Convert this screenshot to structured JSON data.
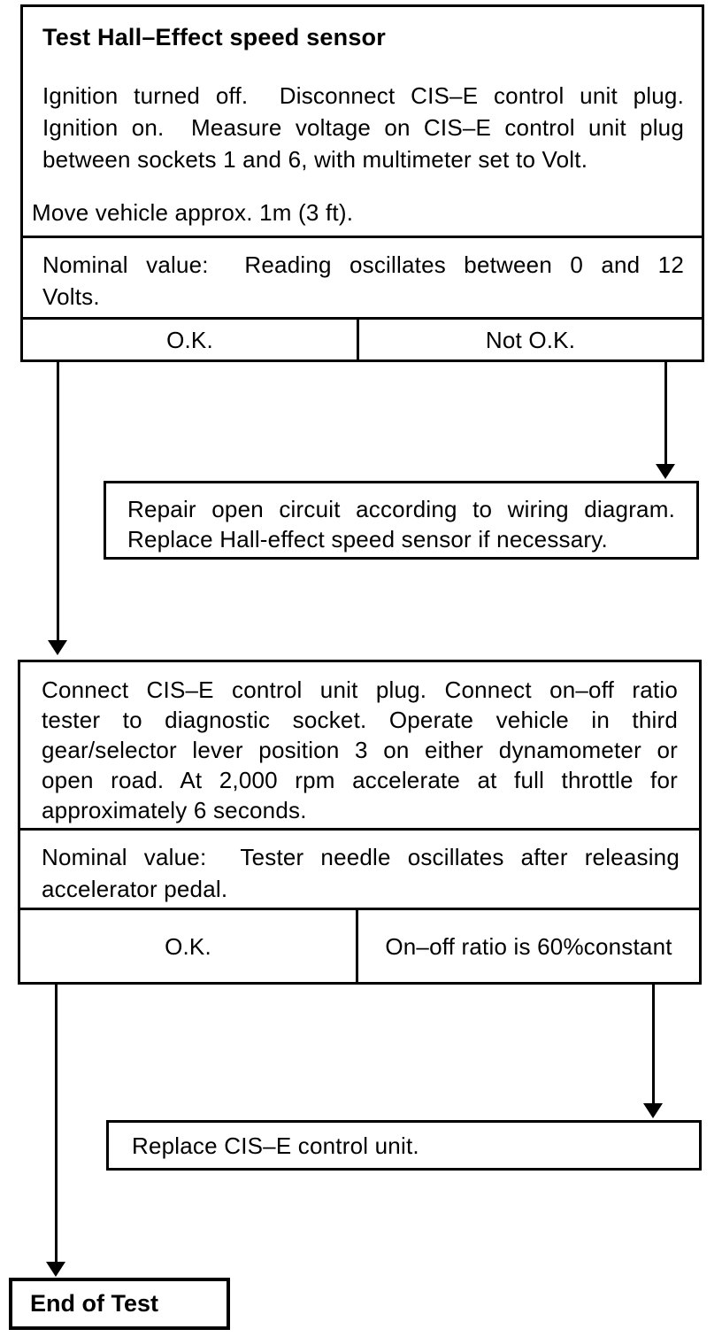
{
  "colors": {
    "ink": "#000000",
    "paper": "#ffffff"
  },
  "box1": {
    "title": "Test Hall–Effect speed sensor",
    "para_lines": [
      "Ignition turned off.  Disconnect CIS–E control unit plug.",
      "Ignition on.  Measure voltage on CIS–E control unit plug",
      "between sockets 1 and 6, with multimeter set to Volt."
    ],
    "move_line": "Move vehicle approx. 1m (3 ft).",
    "nominal_lines": [
      "Nominal value:  Reading oscillates between 0 and 12",
      "Volts."
    ],
    "ok_label": "O.K.",
    "notok_label": "Not O.K."
  },
  "repair_box": {
    "lines": [
      "Repair open circuit according to wiring diagram.",
      "Replace Hall-effect speed sensor if necessary."
    ]
  },
  "box2": {
    "para_lines": [
      "Connect CIS–E control unit plug. Connect on–off ratio",
      "tester to diagnostic socket. Operate vehicle in third",
      "gear/selector lever position 3 on either dynamometer or",
      "open road. At 2,000 rpm accelerate at full throttle for",
      "approximately 6 seconds."
    ],
    "nominal_lines": [
      "Nominal value:  Tester needle oscillates after releasing",
      "accelerator pedal."
    ],
    "ok_label": "O.K.",
    "notok_lines": [
      "On–off ratio is 60%",
      "constant"
    ]
  },
  "replace_box": {
    "label": "Replace CIS–E control unit."
  },
  "end_box": {
    "label": "End of Test"
  }
}
